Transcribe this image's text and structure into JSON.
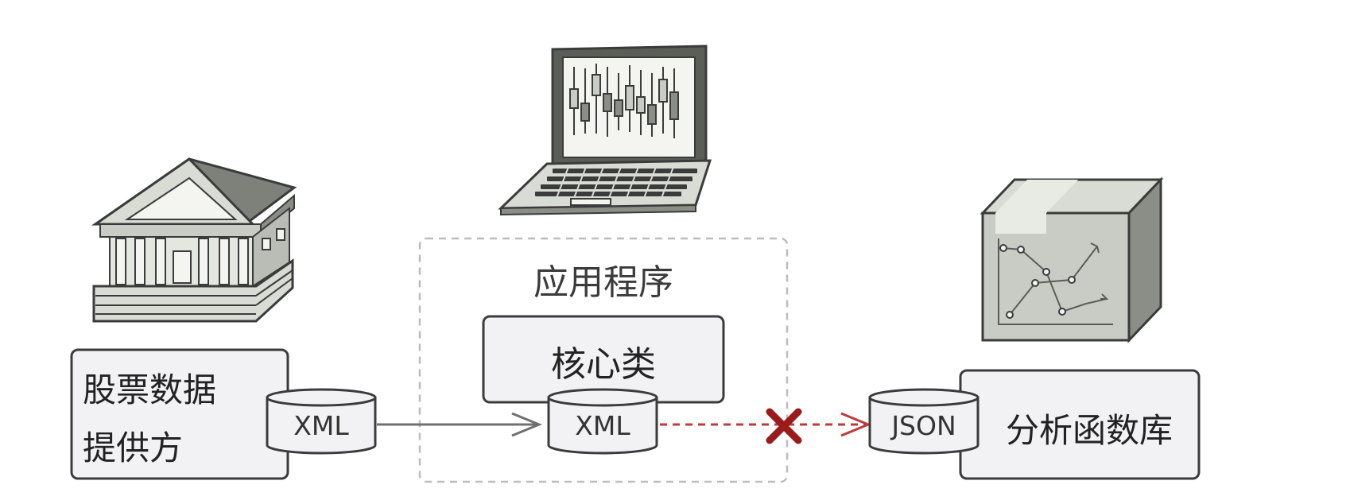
{
  "app_title": "应用程序",
  "provider": {
    "line1": "股票数据",
    "line2": "提供方",
    "format": "XML"
  },
  "core": {
    "label": "核心类",
    "format": "XML"
  },
  "library": {
    "label": "分析函数库",
    "format": "JSON"
  },
  "colors": {
    "stroke": "#3b3b3b",
    "box_fill": "#f2f2f4",
    "icon_fill": "#b9bdb5",
    "arrow": "#707070",
    "error": "#9b1b1b"
  },
  "icons": [
    "bank-building-icon",
    "laptop-stock-chart-icon",
    "analytics-box-icon",
    "cross-error-icon"
  ]
}
